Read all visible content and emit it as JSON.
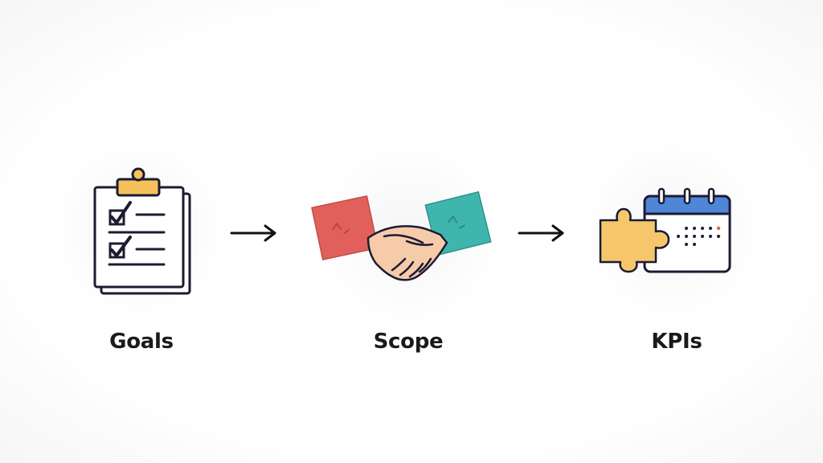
{
  "steps": [
    {
      "label": "Goals",
      "icon": "clipboard-checklist-icon"
    },
    {
      "label": "Scope",
      "icon": "handshake-icon"
    },
    {
      "label": "KPIs",
      "icon": "puzzle-calendar-icon"
    }
  ],
  "colors": {
    "outline": "#1c1b33",
    "clip": "#f5c15a",
    "check": "#1c1b33",
    "sleeve_left": "#e2605c",
    "sleeve_right": "#3fb6ad",
    "skin": "#f6cbaa",
    "calendar_header": "#4f86d6",
    "puzzle": "#f5c76a",
    "dot_accent": "#e2605c"
  }
}
